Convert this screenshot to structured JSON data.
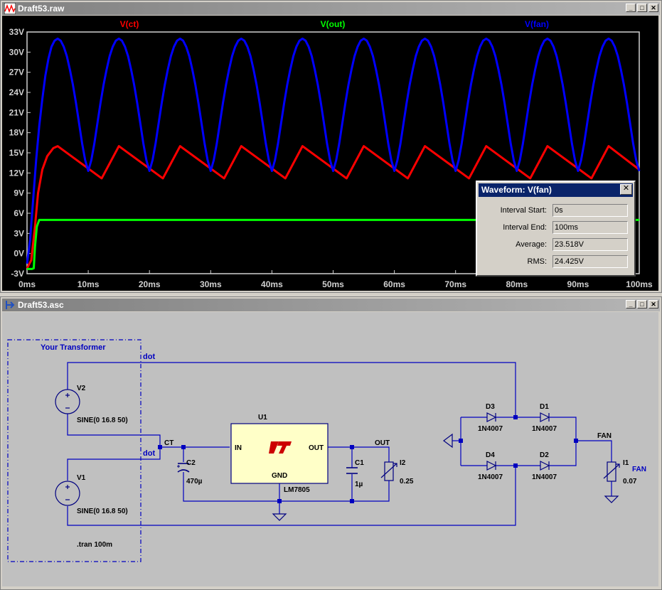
{
  "waveform_window": {
    "title": "Draft53.raw",
    "trace_labels": [
      {
        "name": "V(ct)",
        "color": "#ff0000"
      },
      {
        "name": "V(out)",
        "color": "#00ff00"
      },
      {
        "name": "V(fan)",
        "color": "#0000ff"
      }
    ]
  },
  "chart_data": {
    "type": "line",
    "xlabel": "",
    "ylabel": "",
    "x_ticks": [
      "0ms",
      "10ms",
      "20ms",
      "30ms",
      "40ms",
      "50ms",
      "60ms",
      "70ms",
      "80ms",
      "90ms",
      "100ms"
    ],
    "y_ticks": [
      "33V",
      "30V",
      "27V",
      "24V",
      "21V",
      "18V",
      "15V",
      "12V",
      "9V",
      "6V",
      "3V",
      "0V",
      "-3V"
    ],
    "xlim_ms": [
      0,
      100
    ],
    "ylim_V": [
      -3,
      33
    ],
    "grid": false,
    "series": [
      {
        "name": "V(ct)",
        "color": "#ff0000",
        "points": [
          [
            0,
            -2.2
          ],
          [
            0.7,
            -1
          ],
          [
            1.3,
            4
          ],
          [
            1.8,
            9
          ],
          [
            2.5,
            12.5
          ],
          [
            3.3,
            14.5
          ],
          [
            4.3,
            15.7
          ],
          [
            5,
            16
          ],
          [
            12.2,
            11.2
          ],
          [
            15,
            16
          ],
          [
            22.2,
            11.2
          ],
          [
            25,
            16
          ],
          [
            32.2,
            11.2
          ],
          [
            35,
            16
          ],
          [
            42.2,
            11.2
          ],
          [
            45,
            16
          ],
          [
            52.2,
            11.2
          ],
          [
            55,
            16
          ],
          [
            62.2,
            11.2
          ],
          [
            65,
            16
          ],
          [
            72.2,
            11.2
          ],
          [
            75,
            16
          ],
          [
            82.2,
            11.2
          ],
          [
            85,
            16
          ],
          [
            92.2,
            11.2
          ],
          [
            95,
            16
          ],
          [
            100,
            12.5
          ]
        ]
      },
      {
        "name": "V(out)",
        "color": "#00ff00",
        "points": [
          [
            0,
            -2.3
          ],
          [
            0.8,
            -2.3
          ],
          [
            1.1,
            -2.2
          ],
          [
            1.3,
            1
          ],
          [
            1.6,
            4
          ],
          [
            2,
            5
          ],
          [
            100,
            5
          ]
        ]
      },
      {
        "name": "V(fan)",
        "color": "#0000ff",
        "points": [
          [
            0,
            -1.5
          ],
          [
            0.5,
            2
          ],
          [
            1,
            8
          ],
          [
            1.5,
            14
          ],
          [
            2,
            19
          ],
          [
            2.5,
            23
          ],
          [
            3,
            26.5
          ],
          [
            3.5,
            29
          ],
          [
            4,
            30.8
          ],
          [
            4.5,
            31.7
          ],
          [
            5,
            32
          ],
          [
            5.5,
            31.7
          ],
          [
            6,
            30.8
          ],
          [
            6.5,
            29.4
          ],
          [
            7,
            27.4
          ],
          [
            7.5,
            25.1
          ],
          [
            8,
            22.4
          ],
          [
            8.5,
            19.4
          ],
          [
            9,
            16.4
          ],
          [
            9.5,
            13.9
          ],
          [
            10,
            12.3
          ],
          [
            10.5,
            13.9
          ],
          [
            11,
            16.4
          ],
          [
            11.5,
            19.4
          ],
          [
            12,
            22.4
          ],
          [
            12.5,
            25.1
          ],
          [
            13,
            27.4
          ],
          [
            13.5,
            29.4
          ],
          [
            14,
            30.8
          ],
          [
            14.5,
            31.7
          ],
          [
            15,
            32
          ],
          [
            15.5,
            31.7
          ],
          [
            16,
            30.8
          ],
          [
            16.5,
            29.4
          ],
          [
            17,
            27.4
          ],
          [
            17.5,
            25.1
          ],
          [
            18,
            22.4
          ],
          [
            18.5,
            19.4
          ],
          [
            19,
            16.4
          ],
          [
            19.5,
            13.9
          ],
          [
            20,
            12.3
          ],
          [
            20.5,
            13.9
          ],
          [
            21,
            16.4
          ],
          [
            21.5,
            19.4
          ],
          [
            22,
            22.4
          ],
          [
            22.5,
            25.1
          ],
          [
            23,
            27.4
          ],
          [
            23.5,
            29.4
          ],
          [
            24,
            30.8
          ],
          [
            24.5,
            31.7
          ],
          [
            25,
            32
          ],
          [
            25.5,
            31.7
          ],
          [
            26,
            30.8
          ],
          [
            26.5,
            29.4
          ],
          [
            27,
            27.4
          ],
          [
            27.5,
            25.1
          ],
          [
            28,
            22.4
          ],
          [
            28.5,
            19.4
          ],
          [
            29,
            16.4
          ],
          [
            29.5,
            13.9
          ],
          [
            30,
            12.3
          ],
          [
            30.5,
            13.9
          ],
          [
            31,
            16.4
          ],
          [
            31.5,
            19.4
          ],
          [
            32,
            22.4
          ],
          [
            32.5,
            25.1
          ],
          [
            33,
            27.4
          ],
          [
            33.5,
            29.4
          ],
          [
            34,
            30.8
          ],
          [
            34.5,
            31.7
          ],
          [
            35,
            32
          ],
          [
            35.5,
            31.7
          ],
          [
            36,
            30.8
          ],
          [
            36.5,
            29.4
          ],
          [
            37,
            27.4
          ],
          [
            37.5,
            25.1
          ],
          [
            38,
            22.4
          ],
          [
            38.5,
            19.4
          ],
          [
            39,
            16.4
          ],
          [
            39.5,
            13.9
          ],
          [
            40,
            12.3
          ],
          [
            40.5,
            13.9
          ],
          [
            41,
            16.4
          ],
          [
            41.5,
            19.4
          ],
          [
            42,
            22.4
          ],
          [
            42.5,
            25.1
          ],
          [
            43,
            27.4
          ],
          [
            43.5,
            29.4
          ],
          [
            44,
            30.8
          ],
          [
            44.5,
            31.7
          ],
          [
            45,
            32
          ],
          [
            45.5,
            31.7
          ],
          [
            46,
            30.8
          ],
          [
            46.5,
            29.4
          ],
          [
            47,
            27.4
          ],
          [
            47.5,
            25.1
          ],
          [
            48,
            22.4
          ],
          [
            48.5,
            19.4
          ],
          [
            49,
            16.4
          ],
          [
            49.5,
            13.9
          ],
          [
            50,
            12.3
          ],
          [
            50.5,
            13.9
          ],
          [
            51,
            16.4
          ],
          [
            51.5,
            19.4
          ],
          [
            52,
            22.4
          ],
          [
            52.5,
            25.1
          ],
          [
            53,
            27.4
          ],
          [
            53.5,
            29.4
          ],
          [
            54,
            30.8
          ],
          [
            54.5,
            31.7
          ],
          [
            55,
            32
          ],
          [
            55.5,
            31.7
          ],
          [
            56,
            30.8
          ],
          [
            56.5,
            29.4
          ],
          [
            57,
            27.4
          ],
          [
            57.5,
            25.1
          ],
          [
            58,
            22.4
          ],
          [
            58.5,
            19.4
          ],
          [
            59,
            16.4
          ],
          [
            59.5,
            13.9
          ],
          [
            60,
            12.3
          ],
          [
            60.5,
            13.9
          ],
          [
            61,
            16.4
          ],
          [
            61.5,
            19.4
          ],
          [
            62,
            22.4
          ],
          [
            62.5,
            25.1
          ],
          [
            63,
            27.4
          ],
          [
            63.5,
            29.4
          ],
          [
            64,
            30.8
          ],
          [
            64.5,
            31.7
          ],
          [
            65,
            32
          ],
          [
            65.5,
            31.7
          ],
          [
            66,
            30.8
          ],
          [
            66.5,
            29.4
          ],
          [
            67,
            27.4
          ],
          [
            67.5,
            25.1
          ],
          [
            68,
            22.4
          ],
          [
            68.5,
            19.4
          ],
          [
            69,
            16.4
          ],
          [
            69.5,
            13.9
          ],
          [
            70,
            12.3
          ],
          [
            70.5,
            13.9
          ],
          [
            71,
            16.4
          ],
          [
            71.5,
            19.4
          ],
          [
            72,
            22.4
          ],
          [
            72.5,
            25.1
          ],
          [
            73,
            27.4
          ],
          [
            73.5,
            29.4
          ],
          [
            74,
            30.8
          ],
          [
            74.5,
            31.7
          ],
          [
            75,
            32
          ],
          [
            75.5,
            31.7
          ],
          [
            76,
            30.8
          ],
          [
            76.5,
            29.4
          ],
          [
            77,
            27.4
          ],
          [
            77.5,
            25.1
          ],
          [
            78,
            22.4
          ],
          [
            78.5,
            19.4
          ],
          [
            79,
            16.4
          ],
          [
            79.5,
            13.9
          ],
          [
            80,
            12.3
          ],
          [
            80.5,
            13.9
          ],
          [
            81,
            16.4
          ],
          [
            81.5,
            19.4
          ],
          [
            82,
            22.4
          ],
          [
            82.5,
            25.1
          ],
          [
            83,
            27.4
          ],
          [
            83.5,
            29.4
          ],
          [
            84,
            30.8
          ],
          [
            84.5,
            31.7
          ],
          [
            85,
            32
          ],
          [
            85.5,
            31.7
          ],
          [
            86,
            30.8
          ],
          [
            86.5,
            29.4
          ],
          [
            87,
            27.4
          ],
          [
            87.5,
            25.1
          ],
          [
            88,
            22.4
          ],
          [
            88.5,
            19.4
          ],
          [
            89,
            16.4
          ],
          [
            89.5,
            13.9
          ],
          [
            90,
            12.3
          ],
          [
            90.5,
            13.9
          ],
          [
            91,
            16.4
          ],
          [
            91.5,
            19.4
          ],
          [
            92,
            22.4
          ],
          [
            92.5,
            25.1
          ],
          [
            93,
            27.4
          ],
          [
            93.5,
            29.4
          ],
          [
            94,
            30.8
          ],
          [
            94.5,
            31.7
          ],
          [
            95,
            32
          ],
          [
            95.5,
            31.7
          ],
          [
            96,
            30.8
          ],
          [
            96.5,
            29.4
          ],
          [
            97,
            27.4
          ],
          [
            97.5,
            25.1
          ],
          [
            98,
            22.4
          ],
          [
            98.5,
            19.4
          ],
          [
            99,
            16.4
          ],
          [
            99.5,
            13.9
          ],
          [
            100,
            12.3
          ]
        ]
      }
    ]
  },
  "measure_dialog": {
    "title": "Waveform: V(fan)",
    "close": "✕",
    "rows": [
      {
        "label": "Interval Start:",
        "value": "0s"
      },
      {
        "label": "Interval End:",
        "value": "100ms"
      },
      {
        "label": "Average:",
        "value": "23.518V"
      },
      {
        "label": "RMS:",
        "value": "24.425V"
      }
    ]
  },
  "schematic_window": {
    "title": "Draft53.asc",
    "labels": {
      "transformer": "Your Transformer",
      "dot_top": "dot",
      "dot_mid": "dot",
      "v2_name": "V2",
      "v2_value": "SINE(0 16.8 50)",
      "v1_name": "V1",
      "v1_value": "SINE(0 16.8 50)",
      "tran": ".tran 100m",
      "ct": "CT",
      "c2_name": "C2",
      "c2_value": "470µ",
      "u1_name": "U1",
      "u1_in": "IN",
      "u1_out": "OUT",
      "u1_gnd": "GND",
      "u1_part": "LM7805",
      "c1_name": "C1",
      "c1_value": "1µ",
      "out_net": "OUT",
      "i2_name": "I2",
      "i2_value": "0.25",
      "d3_name": "D3",
      "d3_part": "1N4007",
      "d1_name": "D1",
      "d1_part": "1N4007",
      "d4_name": "D4",
      "d4_part": "1N4007",
      "d2_name": "D2",
      "d2_part": "1N4007",
      "fan_net": "FAN",
      "i1_name": "I1",
      "i1_value": "0.07",
      "fan_label": "FAN"
    }
  },
  "window_buttons": {
    "minimize": "_",
    "maximize": "□",
    "close": "✕"
  },
  "icons": [
    "waveform-app-icon",
    "schematic-app-icon",
    "linear-tech-logo",
    "ground-icon"
  ]
}
